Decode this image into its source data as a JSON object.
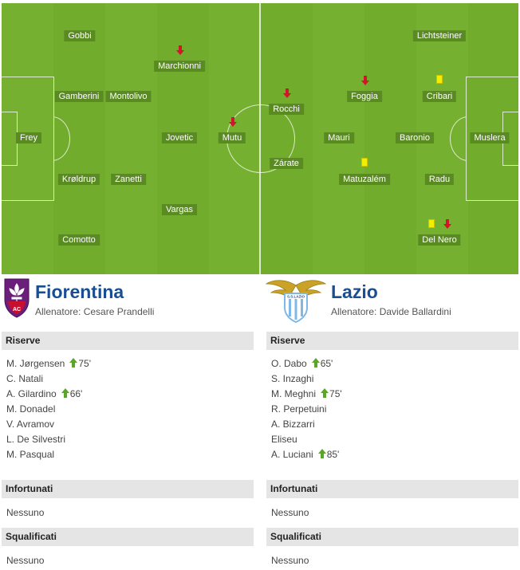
{
  "lineup": {
    "home_players": [
      {
        "name": "Gobbi",
        "marker": ""
      },
      {
        "name": "Marchionni",
        "marker": "sub-out"
      },
      {
        "name": "Gamberini",
        "marker": ""
      },
      {
        "name": "Montolivo",
        "marker": ""
      },
      {
        "name": "Frey",
        "marker": ""
      },
      {
        "name": "Jovetic",
        "marker": ""
      },
      {
        "name": "Mutu",
        "marker": "sub-out"
      },
      {
        "name": "Krøldrup",
        "marker": ""
      },
      {
        "name": "Zanetti",
        "marker": ""
      },
      {
        "name": "Vargas",
        "marker": ""
      },
      {
        "name": "Comotto",
        "marker": ""
      }
    ],
    "away_players": [
      {
        "name": "Lichtsteiner",
        "marker": ""
      },
      {
        "name": "Rocchi",
        "marker": "sub-out"
      },
      {
        "name": "Foggia",
        "marker": "sub-out"
      },
      {
        "name": "Cribari",
        "marker": "yellow-card"
      },
      {
        "name": "Mauri",
        "marker": ""
      },
      {
        "name": "Baronio",
        "marker": ""
      },
      {
        "name": "Muslera",
        "marker": ""
      },
      {
        "name": "Zárate",
        "marker": ""
      },
      {
        "name": "Matuzalém",
        "marker": "yellow-card"
      },
      {
        "name": "Radu",
        "marker": ""
      },
      {
        "name": "Del Nero",
        "marker": "yellow-card+sub-out"
      }
    ]
  },
  "home": {
    "name": "Fiorentina",
    "coach": "Allenatore: Cesare Prandelli",
    "crest_icon": "fiorentina-lily-crest-icon",
    "reserves_title": "Riserve",
    "reserves": [
      {
        "name": "M. Jørgensen",
        "minute": "75'"
      },
      {
        "name": "C. Natali",
        "minute": ""
      },
      {
        "name": "A. Gilardino",
        "minute": "66'"
      },
      {
        "name": "M. Donadel",
        "minute": ""
      },
      {
        "name": "V. Avramov",
        "minute": ""
      },
      {
        "name": "L. De Silvestri",
        "minute": ""
      },
      {
        "name": "M. Pasqual",
        "minute": ""
      }
    ],
    "injured_title": "Infortunati",
    "injured": "Nessuno",
    "suspended_title": "Squalificati",
    "suspended": "Nessuno"
  },
  "away": {
    "name": "Lazio",
    "coach": "Allenatore: Davide Ballardini",
    "crest_icon": "lazio-eagle-crest-icon",
    "reserves_title": "Riserve",
    "reserves": [
      {
        "name": "O. Dabo",
        "minute": "65'"
      },
      {
        "name": "S. Inzaghi",
        "minute": ""
      },
      {
        "name": "M. Meghni",
        "minute": "75'"
      },
      {
        "name": "R. Perpetuini",
        "minute": ""
      },
      {
        "name": "A. Bizzarri",
        "minute": ""
      },
      {
        "name": "Eliseu",
        "minute": ""
      },
      {
        "name": "A. Luciani",
        "minute": "85'"
      }
    ],
    "injured_title": "Infortunati",
    "injured": "Nessuno",
    "suspended_title": "Squalificati",
    "suspended": "Nessuno"
  },
  "colors": {
    "pitch_green": "#71ac2c",
    "pitch_stripe": "#78b332",
    "player_label_bg": "#5a8a22",
    "team_name": "#1a4e93",
    "yellow_card": "#f3ee00",
    "sub_out_arrow": "#d4142b",
    "sub_in_arrow": "#5aa52a"
  }
}
